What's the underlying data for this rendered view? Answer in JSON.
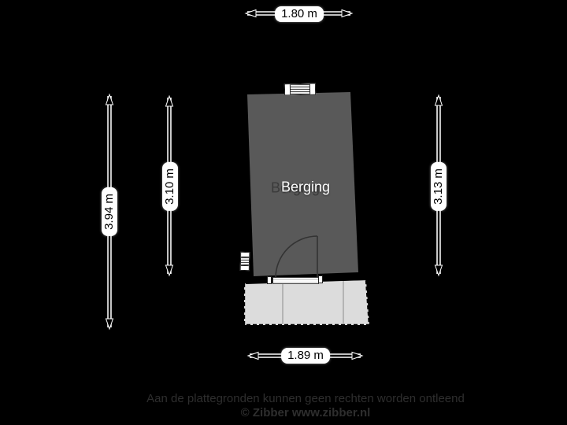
{
  "floorplan": {
    "room": {
      "label": "Berging"
    },
    "dimensions": {
      "top_width": "1.80 m",
      "bottom_width": "1.89 m",
      "left_outer_height": "3.94 m",
      "left_inner_height": "3.10 m",
      "right_height": "3.13 m"
    },
    "footer": {
      "disclaimer": "Aan de plattegronden kunnen geen rechten worden ontleend",
      "credit": "© Zibber www.zibber.nl"
    },
    "colors": {
      "background": "#000000",
      "wall": "#000000",
      "floor": "#595959",
      "terrace": "#dcdcdc",
      "dimension_label_bg": "#ffffff",
      "dimension_label_text": "#000000",
      "room_label_text": "#ffffff",
      "door_line": "#333333",
      "footer_text": "#2e2e2e"
    }
  }
}
